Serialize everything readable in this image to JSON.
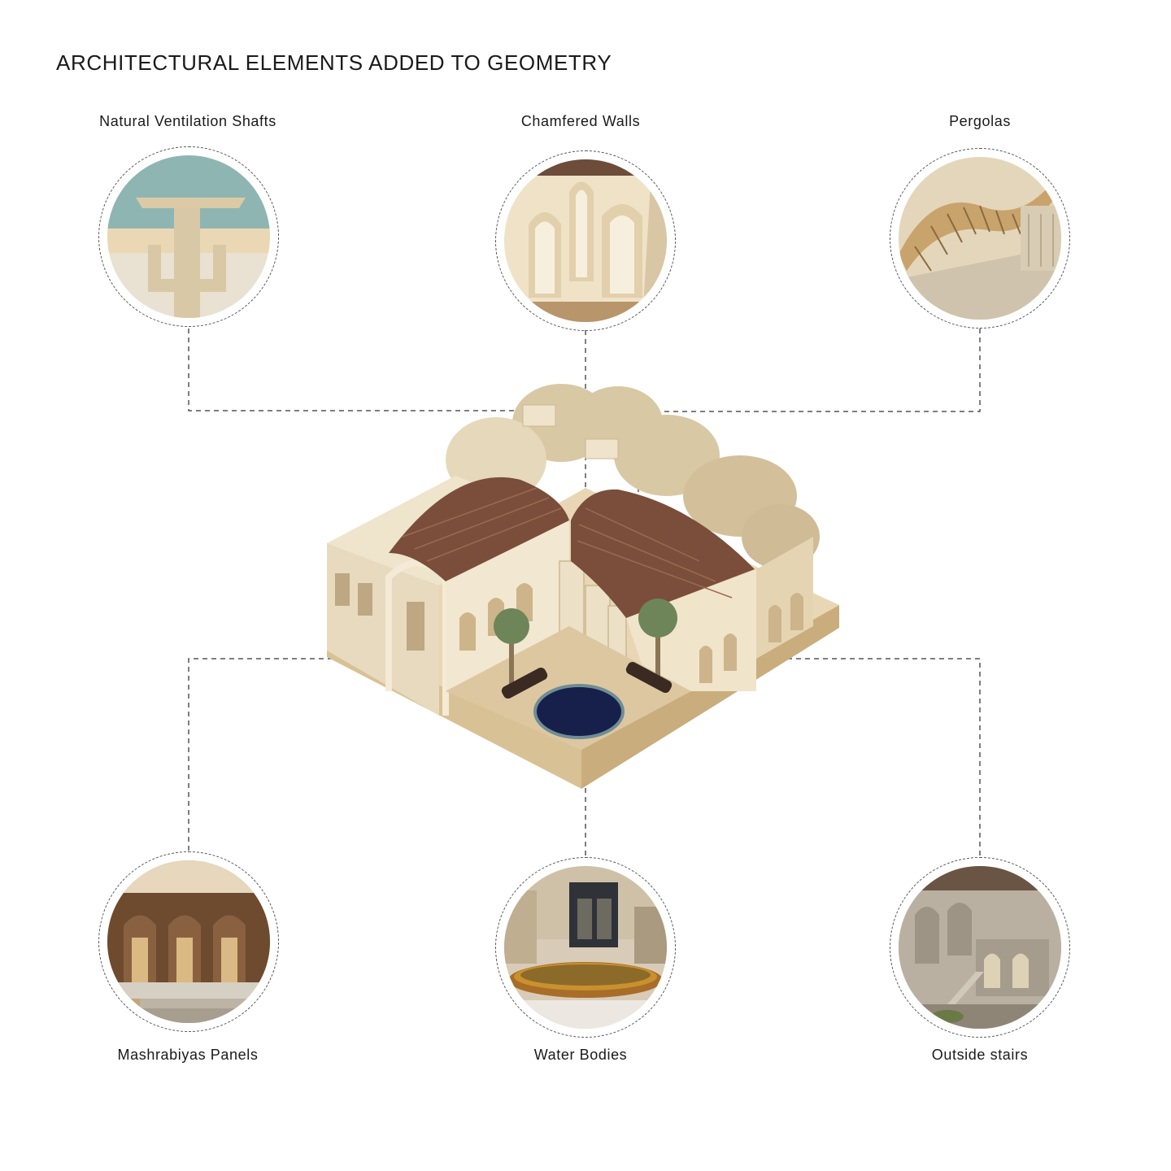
{
  "page_title": "ARCHITECTURAL ELEMENTS ADDED TO GEOMETRY",
  "elements": [
    {
      "label": "Natural Ventilation Shafts",
      "icon": "ventilation-shaft-icon"
    },
    {
      "label": "Chamfered Walls",
      "icon": "chamfered-arch-wall-image"
    },
    {
      "label": "Pergolas",
      "icon": "pergola-image"
    },
    {
      "label": "Mashrabiyas Panels",
      "icon": "mashrabiya-panel-image"
    },
    {
      "label": "Water Bodies",
      "icon": "water-pool-image"
    },
    {
      "label": "Outside stairs",
      "icon": "outside-stairs-image"
    }
  ],
  "colors": {
    "sand": "#e8d9bd",
    "wall": "#efe3cb",
    "shadow": "#d8c6a4",
    "pergola": "#7a4e3a",
    "water": "#16204a",
    "sky": "#8fb5b3"
  }
}
